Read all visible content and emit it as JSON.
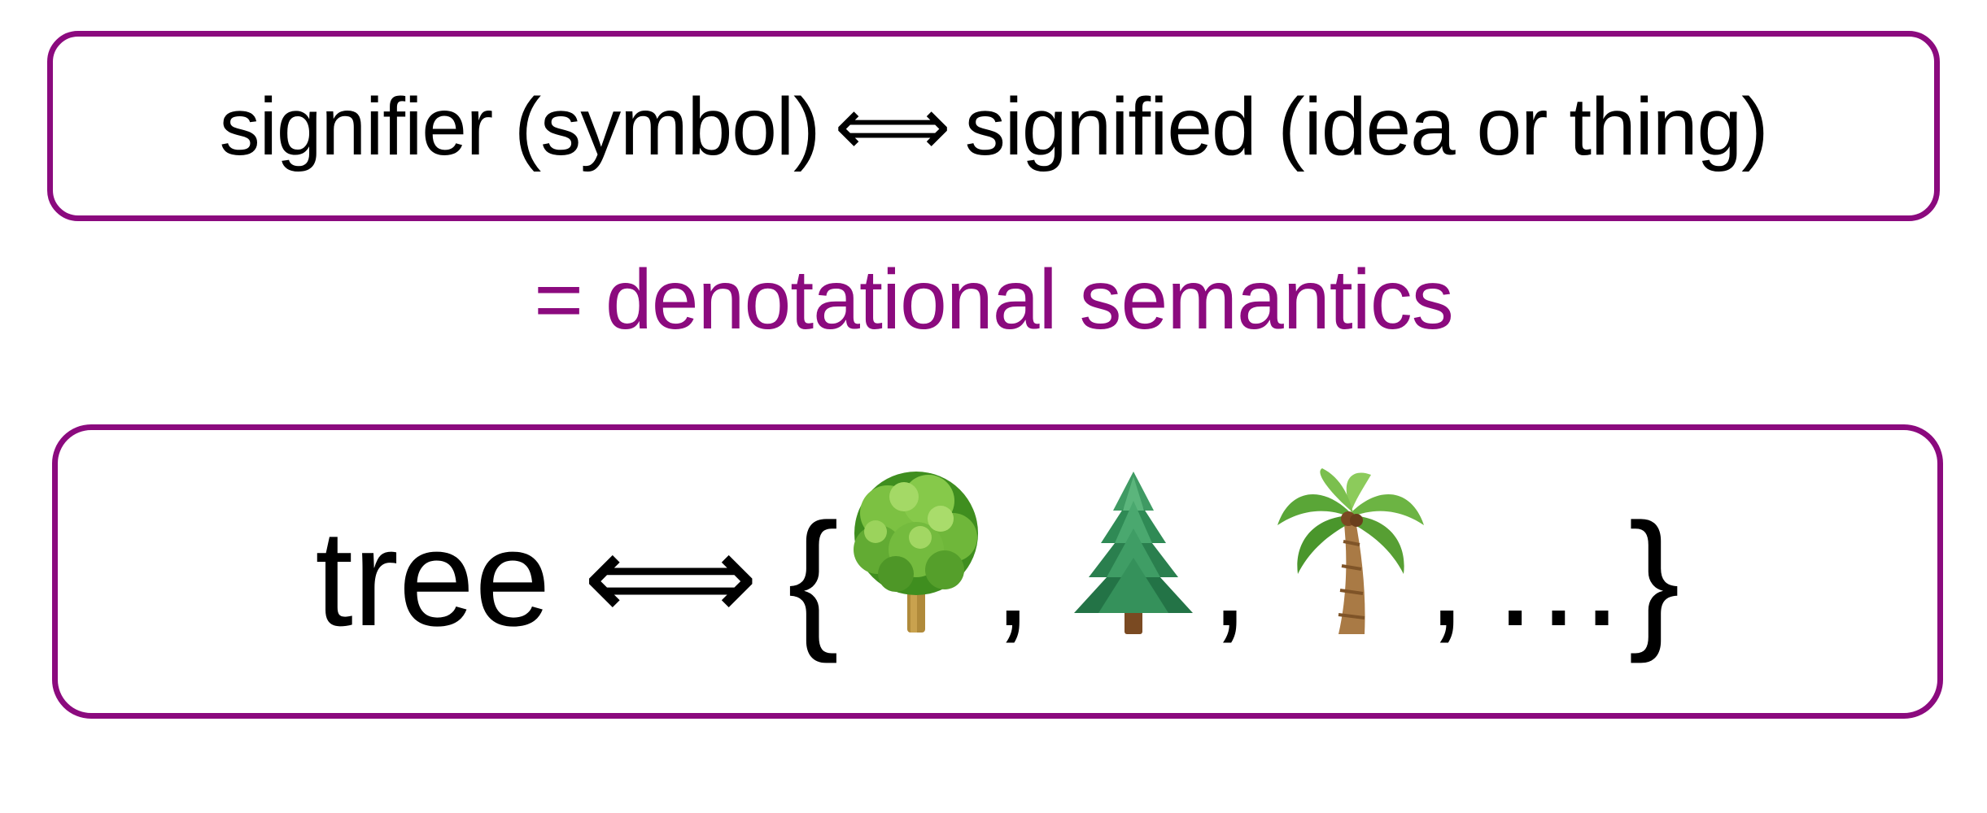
{
  "top_box": {
    "signifier": "signifier (symbol)",
    "arrow": "⟺",
    "signified": "signified (idea or thing)"
  },
  "middle": {
    "label": "= denotational semantics"
  },
  "bottom_box": {
    "word": "tree",
    "arrow": "⟺",
    "open_brace": "{",
    "comma": ",",
    "ellipsis": "…",
    "close_brace": "}",
    "icons": [
      "deciduous-tree-icon",
      "evergreen-tree-icon",
      "palm-tree-icon"
    ]
  },
  "colors": {
    "accent": "#8b0a7e",
    "text": "#000000",
    "background": "#ffffff"
  }
}
